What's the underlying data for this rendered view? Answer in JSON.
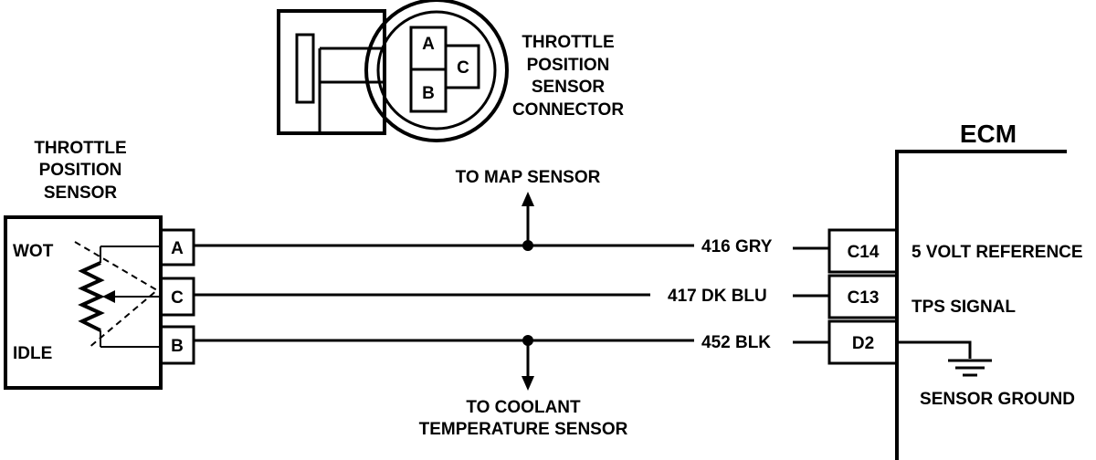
{
  "connector": {
    "title": [
      "THROTTLE",
      "POSITION",
      "SENSOR",
      "CONNECTOR"
    ],
    "pins": {
      "a": "A",
      "b": "B",
      "c": "C"
    }
  },
  "sensor": {
    "title": [
      "THROTTLE",
      "POSITION",
      "SENSOR"
    ],
    "wot": "WOT",
    "idle": "IDLE",
    "pins": {
      "a": "A",
      "c": "C",
      "b": "B"
    }
  },
  "branches": {
    "map": "TO MAP SENSOR",
    "coolant": [
      "TO COOLANT",
      "TEMPERATURE SENSOR"
    ]
  },
  "wires": {
    "gry": "416 GRY",
    "blu": "417 DK BLU",
    "blk": "452 BLK"
  },
  "ecm": {
    "title": "ECM",
    "pins": {
      "c14": "C14",
      "c13": "C13",
      "d2": "D2"
    },
    "signals": {
      "ref": "5 VOLT REFERENCE",
      "tps": "TPS  SIGNAL",
      "ground": "SENSOR GROUND"
    }
  }
}
